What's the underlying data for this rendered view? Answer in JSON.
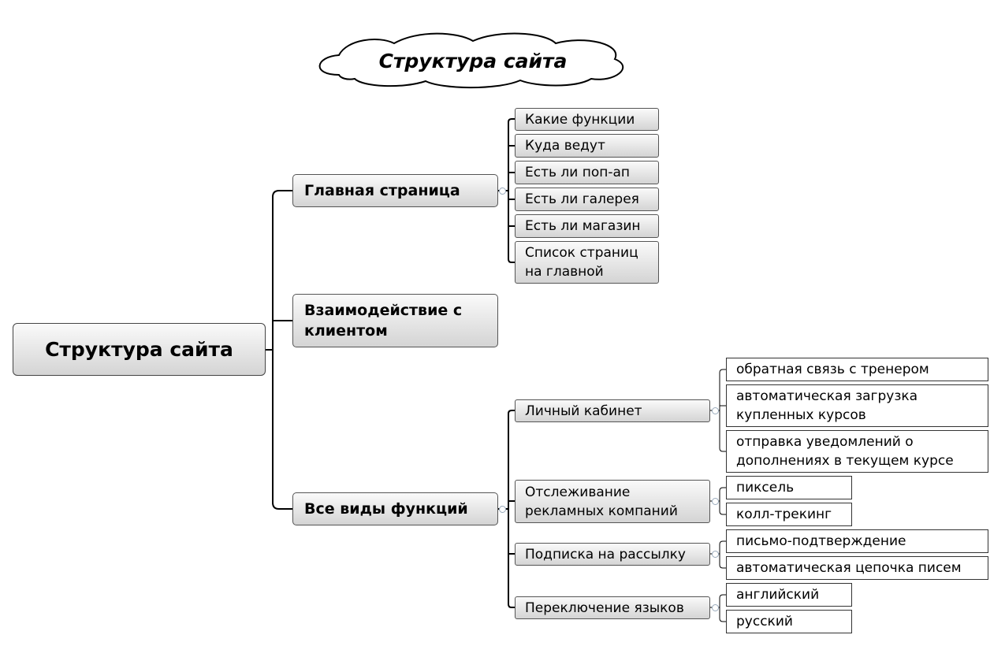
{
  "title": "Структура сайта",
  "root": "Структура сайта",
  "branches": {
    "main": {
      "label": "Главная страница",
      "children": [
        "Какие функции",
        "Куда ведут",
        "Есть ли поп-ап",
        "Есть ли галерея",
        "Есть ли магазин",
        "Список страниц на главной"
      ]
    },
    "interaction": {
      "label": "Взаимодействие с клиентом"
    },
    "functions": {
      "label": "Все виды функций",
      "children": [
        {
          "label": "Личный кабинет",
          "children": [
            "обратная связь с тренером",
            "автоматическая загрузка купленных курсов",
            "отправка уведомлений о дополнениях в текущем курсе"
          ]
        },
        {
          "label": "Отслеживание рекламных компаний",
          "children": [
            "пиксель",
            "колл-трекинг"
          ]
        },
        {
          "label": "Подписка на рассылку",
          "children": [
            "письмо-подтверждение",
            "автоматическая цепочка писем"
          ]
        },
        {
          "label": "Переключение языков",
          "children": [
            "английский",
            "русский"
          ]
        }
      ]
    }
  }
}
